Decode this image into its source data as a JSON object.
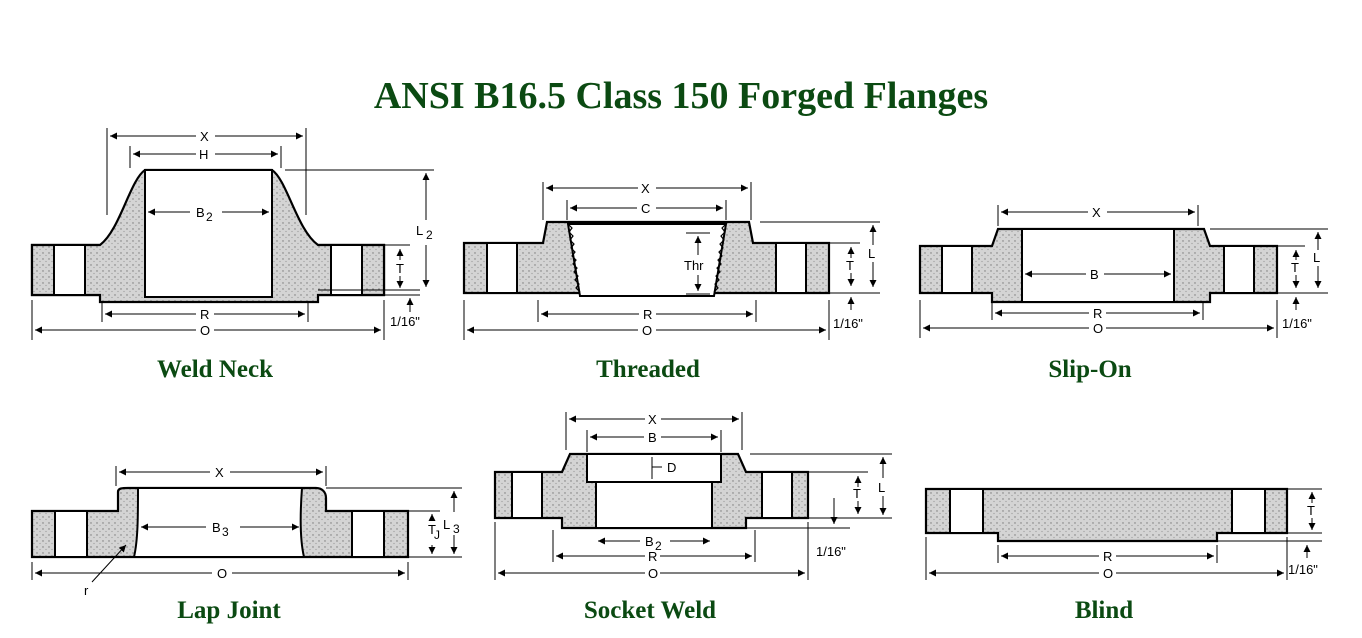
{
  "title": "ANSI B16.5 Class 150 Forged Flanges",
  "flanges": [
    {
      "name": "Weld Neck",
      "dims": {
        "X": "X",
        "H": "H",
        "B": "B",
        "B_sub": "2",
        "L": "L",
        "L_sub": "2",
        "T": "T",
        "R": "R",
        "O": "O",
        "gap": "1/16\""
      }
    },
    {
      "name": "Threaded",
      "dims": {
        "X": "X",
        "C": "C",
        "Thr": "Thr",
        "T": "T",
        "L": "L",
        "R": "R",
        "O": "O",
        "gap": "1/16\""
      }
    },
    {
      "name": "Slip-On",
      "dims": {
        "X": "X",
        "B": "B",
        "T": "T",
        "L": "L",
        "R": "R",
        "O": "O",
        "gap": "1/16\""
      }
    },
    {
      "name": "Lap Joint",
      "dims": {
        "X": "X",
        "B": "B",
        "B_sub": "3",
        "T": "T",
        "T_sub": "J",
        "L": "L",
        "L_sub": "3",
        "O": "O",
        "r": "r"
      }
    },
    {
      "name": "Socket Weld",
      "dims": {
        "X": "X",
        "B": "B",
        "D": "D",
        "B2": "B",
        "B2_sub": "2",
        "T": "T",
        "L": "L",
        "R": "R",
        "O": "O",
        "gap": "1/16\""
      }
    },
    {
      "name": "Blind",
      "dims": {
        "T": "T",
        "R": "R",
        "O": "O",
        "gap": "1/16\""
      }
    }
  ],
  "colors": {
    "title": "#0b4a12",
    "fill": "#d6d6d6"
  }
}
